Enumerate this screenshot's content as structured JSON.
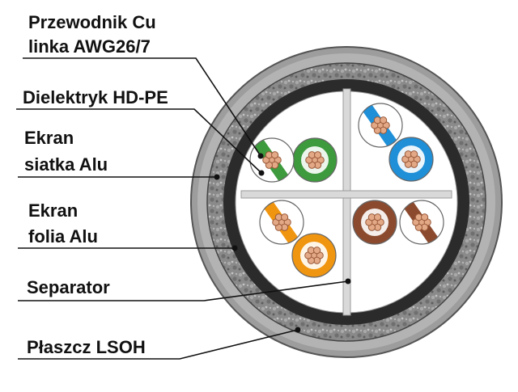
{
  "labels": {
    "conductor_line1": "Przewodnik Cu",
    "conductor_line2": "linka AWG26/7",
    "dielectric": "Dielektryk HD-PE",
    "braid_line1": "Ekran",
    "braid_line2": "siatka Alu",
    "foil_line1": "Ekran",
    "foil_line2": "folia Alu",
    "separator": "Separator",
    "jacket": "Płaszcz LSOH"
  },
  "pairs": [
    {
      "name": "green",
      "color": "#3d9a3d"
    },
    {
      "name": "blue",
      "color": "#1f8fd8"
    },
    {
      "name": "orange",
      "color": "#f0950f"
    },
    {
      "name": "brown",
      "color": "#8b4a2e"
    }
  ],
  "colors": {
    "jacket": "#8e8e8e",
    "braid": "#7a7a7a",
    "foil": "#2b2b2b",
    "separator": "#d9d9d9",
    "copper": "#e3a987",
    "copper_edge": "#9a5a3a",
    "leader": "#111111"
  }
}
